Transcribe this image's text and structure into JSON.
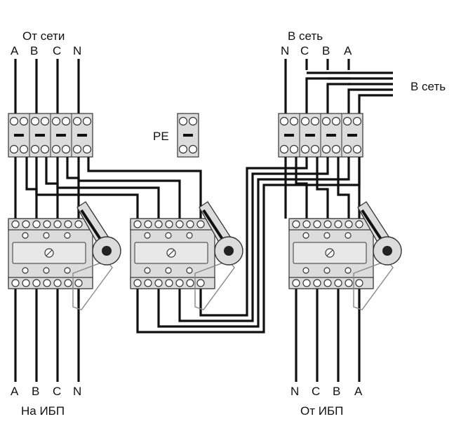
{
  "labels": {
    "top_left_title": "От сети",
    "top_left_phases": [
      "A",
      "B",
      "C",
      "N"
    ],
    "top_right_title": "В сеть",
    "top_right_phases": [
      "N",
      "C",
      "B",
      "A"
    ],
    "right_side_title": "В сеть",
    "pe": "PE",
    "bottom_left_phases": [
      "A",
      "B",
      "C",
      "N"
    ],
    "bottom_left_title": "На ИБП",
    "bottom_right_phases": [
      "N",
      "C",
      "B",
      "A"
    ],
    "bottom_right_title": "От ИБП"
  },
  "colors": {
    "wire": "#111111",
    "device_body": "#dcdcdc",
    "outline": "#333333",
    "handle_knob": "#222222"
  }
}
